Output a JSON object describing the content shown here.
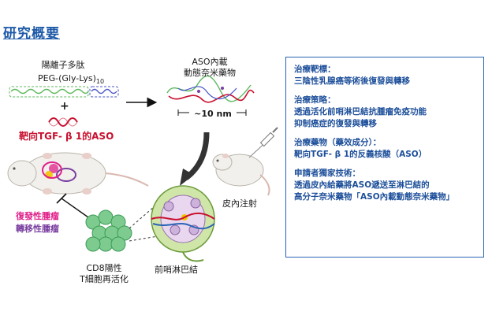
{
  "title": "研究概要",
  "polymer": {
    "name": "陽離子多肽",
    "formula": "PEG-(Gly-Lys)",
    "subscript": "10"
  },
  "plus": "+",
  "aso_target": "靶向TGF- β 1的ASO",
  "nanoparticle": {
    "line1": "ASO內載",
    "line2": "動態奈米藥物",
    "size": "~10 nm"
  },
  "injection": "皮內注射",
  "lymph_node": "前哨淋巴結",
  "tumor": {
    "line1": "復發性腫瘤",
    "line2": "轉移性腫瘤"
  },
  "tcell": {
    "line1": "CD8陽性",
    "line2": "T細胞再活化"
  },
  "info_box": [
    {
      "heading": "治療靶標：",
      "lines": [
        "三陰性乳腺癌等術後復發與轉移"
      ]
    },
    {
      "heading": "治療策略：",
      "lines": [
        "透過活化前哨淋巴結抗腫瘤免疫功能",
        "抑制癌症的復發與轉移"
      ]
    },
    {
      "heading": "治療藥物（藥效成分）：",
      "lines": [
        "靶向TGF- β 1的反義核酸（ASO）"
      ]
    },
    {
      "heading": "申請者獨家技術：",
      "lines": [
        "透過皮內給藥將ASO遞送至淋巴結的",
        "高分子奈米藥物「ASO內載動態奈米藥物」"
      ]
    }
  ],
  "colors": {
    "title": "#1e5aa8",
    "aso_red": "#c8102e",
    "tumor_pink": "#e0208a",
    "tumor_purple": "#7a3fa0",
    "box_blue": "#2b63b5",
    "peg_green": "#5cb85c",
    "lys_blue": "#4a55c8"
  }
}
